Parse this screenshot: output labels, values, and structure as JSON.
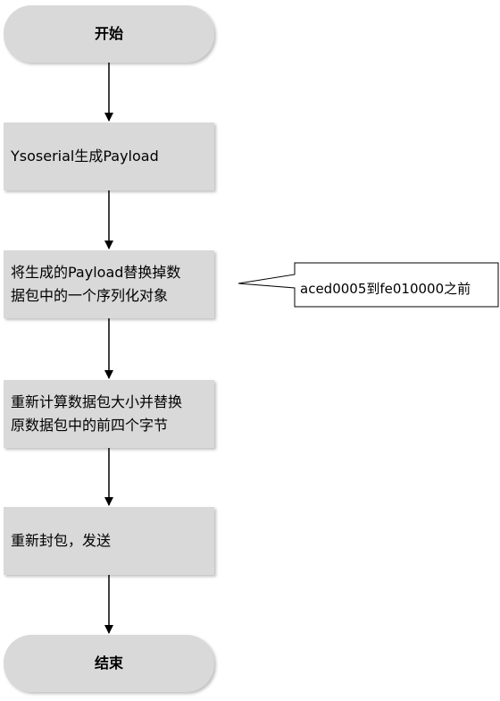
{
  "flowchart": {
    "start": "开始",
    "steps": [
      "Ysoserial生成Payload",
      "将生成的Payload替换掉数\n据包中的一个序列化对象",
      "重新计算数据包大小并替换\n原数据包中的前四个字节",
      "重新封包，发送"
    ],
    "end": "结束",
    "callout": "aced0005到fe010000之前"
  },
  "colors": {
    "node_fill": "#d9d9d9",
    "line": "#000000",
    "callout_fill": "#ffffff"
  }
}
